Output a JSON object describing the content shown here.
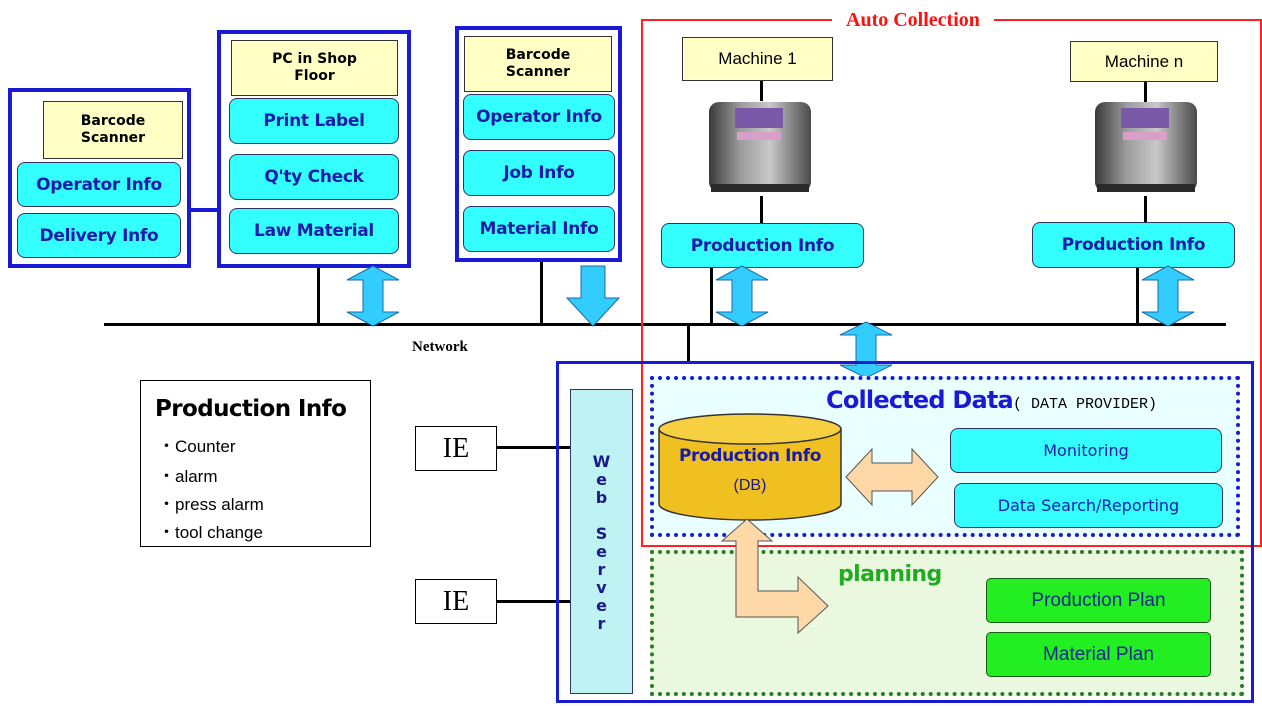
{
  "auto_collection": {
    "title": "Auto Collection"
  },
  "network": {
    "label": "Network"
  },
  "barcode_left": {
    "title": "Barcode Scanner",
    "items": [
      "Operator  Info",
      "Delivery  Info"
    ]
  },
  "pc_shop": {
    "title": "PC in Shop Floor",
    "items": [
      "Print Label",
      "Q'ty Check",
      "Law Material"
    ]
  },
  "barcode_mid": {
    "title": "Barcode Scanner",
    "items": [
      "Operator Info",
      "Job  Info",
      "Material Info"
    ]
  },
  "machine1": {
    "label": "Machine 1",
    "info": "Production Info"
  },
  "machinen": {
    "label": "Machine n",
    "info": "Production Info"
  },
  "legend": {
    "title": "Production Info",
    "items": [
      "・Counter",
      "・alarm",
      "・press alarm",
      "・tool change"
    ]
  },
  "ie_top": "IE",
  "ie_bottom": "IE",
  "web_server": "Web Server",
  "collected": {
    "title": "Collected Data",
    "subtitle": "( DATA  PROVIDER)"
  },
  "db": {
    "line1": "Production Info",
    "line2": "(DB)"
  },
  "monitoring": "Monitoring",
  "data_search": "Data Search/Reporting",
  "planning": {
    "title": "planning",
    "items": [
      "Production Plan",
      "Material Plan"
    ]
  },
  "colors": {
    "blue_border": "#1a1ad6",
    "red_border": "#ff2020",
    "cyan": "#33ffff",
    "yellow": "#ffffc6",
    "green": "#22ee22",
    "db_gold": "#f0c020",
    "arrow_orange": "#ffd8a8"
  }
}
